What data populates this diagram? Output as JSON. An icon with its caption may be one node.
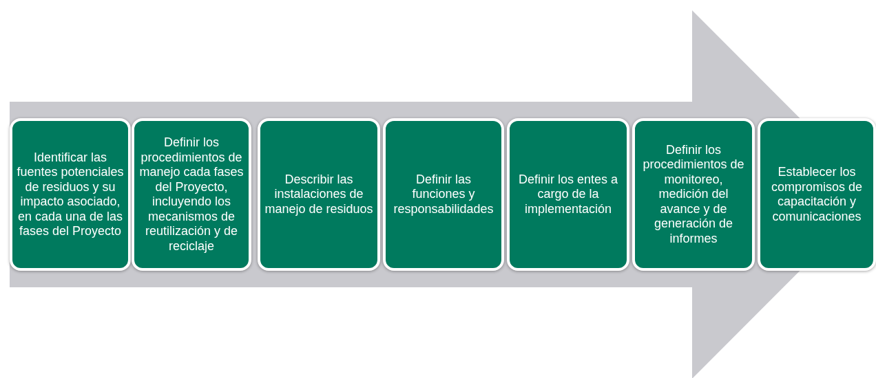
{
  "diagram": {
    "nodes": [
      {
        "text": [
          "Identificar las fuentes potenciales de residuos y su impacto asociado, en cada una de las fases del Proyecto"
        ]
      },
      {
        "text": [
          "Definir los procedimientos de manejo cada fases del Proyecto, incluyendo los mecanismos de reutilización y de reciclaje"
        ]
      },
      {
        "text": [
          "Describir las instalaciones de manejo de residuos"
        ]
      },
      {
        "text": [
          "Definir las funciones y responsabilidades"
        ]
      },
      {
        "text": [
          "Definir los entes a cargo de la implementación"
        ]
      },
      {
        "text": [
          "Definir los procedimientos de monitoreo, medición del avance y de generación de informes"
        ]
      },
      {
        "text": [
          "Establecer los compromisos de capacitación y comunicaciones"
        ]
      }
    ],
    "edges": [
      {
        "from": 0,
        "to": 6,
        "arrow": "to"
      }
    ]
  }
}
